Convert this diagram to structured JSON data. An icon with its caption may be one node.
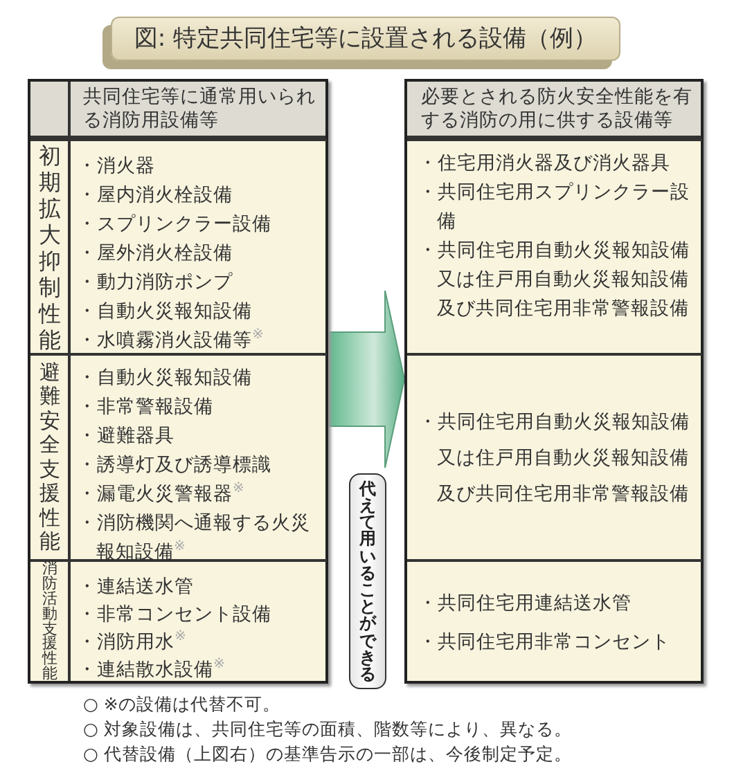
{
  "diagram": {
    "title": "図: 特定共同住宅等に設置される設備（例）",
    "nodes": [
      {
        "text": [
          "共同住宅等に通常用いられる消防用設備等"
        ]
      },
      {
        "text": [
          "初期拡大抑制性能"
        ],
        "in": 0
      },
      {
        "text": [
          "・消火器",
          "・屋内消火栓設備",
          "・スプリンクラー設備",
          "・屋外消火栓設備",
          "・動力消防ポンプ",
          "・自動火災報知設備",
          "・水噴霧消火設備等$^{※}$"
        ],
        "in": 0
      },
      {
        "text": [
          "避難安全支援性能"
        ],
        "in": 0
      },
      {
        "text": [
          "・自動火災報知設備",
          "・非常警報設備",
          "・避難器具",
          "・誘導灯及び誘導標識",
          "・漏電火災警報器$^{※}$",
          "・消防機関へ通報する火災報知設備$^{※}$"
        ],
        "in": 0
      },
      {
        "text": [
          "消防活動支援性能"
        ],
        "in": 0
      },
      {
        "text": [
          "・連結送水管",
          "・非常コンセント設備",
          "・消防用水$^{※}$",
          "・連結散水設備$^{※}$"
        ],
        "in": 0
      },
      {
        "text": [
          "必要とされる防火安全性能を有する消防の用に供する設備等"
        ]
      },
      {
        "text": [
          "・住宅用消火器及び消火器具",
          "・共同住宅用スプリンクラー設備",
          "・共同住宅用自動火災報知設備又は住戸用自動火災報知設備及び共同住宅用非常警報設備"
        ],
        "in": 7
      },
      {
        "text": [
          "・共同住宅用自動火災報知設備又は住戸用自動火災報知設備及び共同住宅用非常警報設備"
        ],
        "in": 7
      },
      {
        "text": [
          "・共同住宅用連結送水管",
          "・共同住宅用非常コンセント"
        ],
        "in": 7
      },
      {
        "text": [
          "代えて用いることができる"
        ]
      }
    ],
    "edges": [
      {
        "from": 0,
        "to": 7,
        "arrow": "to"
      }
    ],
    "labels": [
      "○ ※の設備は代替不可。",
      "○ 対象設備は、共同住宅等の面積、階数等により、異なる。",
      "○ 代替設備（上図右）の基準告示の一部は、今後制定予定。"
    ]
  }
}
